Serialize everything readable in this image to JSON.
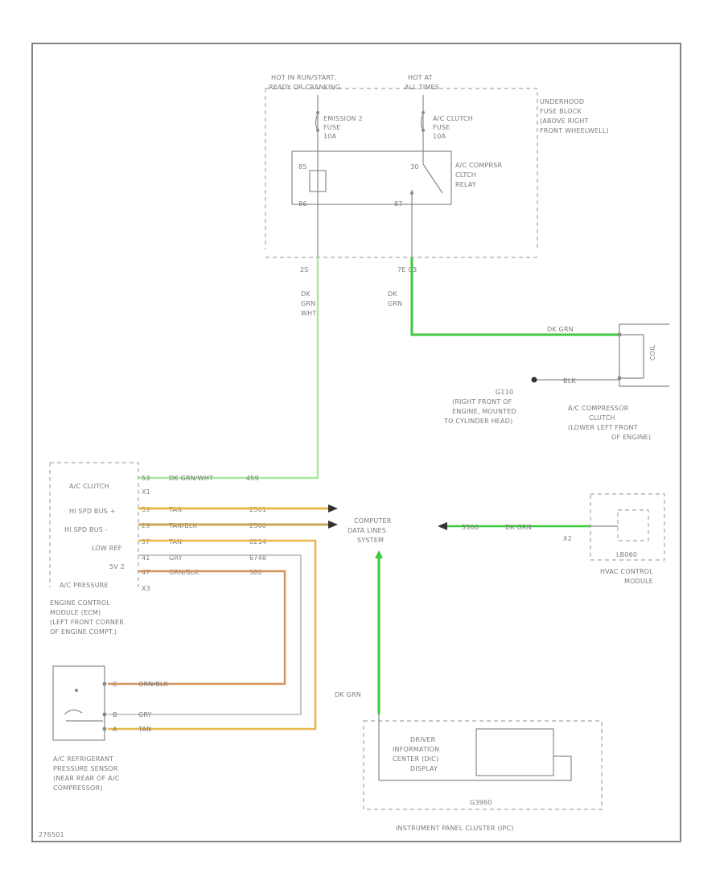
{
  "colors": {
    "dk_grn": "#3ccb3c",
    "dk_grn_wht": "#a8e8a0",
    "tan": "#e8b84a",
    "tan_blk": "#c9a45a",
    "orn_blk": "#d4915a",
    "gry": "#b8b8b8",
    "frame": "#666666"
  },
  "diagram": {
    "code": "276501",
    "hot_in_run": [
      "HOT IN RUN/START,",
      "READY OR CRANKING"
    ],
    "hot_at_all": [
      "HOT AT",
      "ALL TIMES"
    ],
    "fuse1": [
      "EMISSION 2",
      "FUSE",
      "10A"
    ],
    "fuse2": [
      "A/C CLUTCH",
      "FUSE",
      "10A"
    ],
    "fuse_block": [
      "UNDERHOOD",
      "FUSE BLOCK",
      "(ABOVE RIGHT",
      "FRONT WHEELWELL)"
    ],
    "relay": [
      "A/C COMPRSR",
      "CLTCH",
      "RELAY"
    ],
    "relay_pins": {
      "p85": "85",
      "p86": "86",
      "p30": "30",
      "p87": "87"
    },
    "fuse_pins": {
      "left": "2S",
      "right": "7E  C3"
    },
    "wire_left": [
      "DK",
      "GRN",
      "WHT"
    ],
    "wire_right": [
      "DK",
      "GRN"
    ],
    "wire_right_run": "DK GRN",
    "wire_ground": "BLK",
    "ground": [
      "G110",
      "(RIGHT FRONT OF",
      "ENGINE, MOUNTED",
      "TO CYLINDER HEAD)"
    ],
    "compressor": [
      "A/C COMPRESSOR",
      "CLUTCH",
      "(LOWER LEFT FRONT",
      "OF ENGINE)"
    ],
    "comp_coil": "COIL",
    "ecm_labels": [
      "A/C CLUTCH",
      "HI SPD BUS +",
      "HI SPD BUS -",
      "LOW REF",
      "5V 2",
      "A/C PRESSURE"
    ],
    "ecm_pins": [
      "53",
      "59",
      "29",
      "37",
      "41",
      "47"
    ],
    "ecm_connectors": [
      "X1",
      "X3"
    ],
    "ecm_wire_colors": [
      "DK GRN/WHT",
      "TAN",
      "TAN/BLK",
      "TAN",
      "GRY",
      "ORN/BLK"
    ],
    "ecm_circuits": [
      "459",
      "2501",
      "2500",
      "6214",
      "6748",
      "380"
    ],
    "ecm": [
      "ENGINE CONTROL",
      "MODULE (ECM)",
      "(LEFT FRONT CORNER",
      "OF ENGINE COMPT.)"
    ],
    "cdls": [
      "COMPUTER",
      "DATA LINES",
      "SYSTEM"
    ],
    "hvac_wire": "5500",
    "hvac_wire_color": "DK GRN",
    "hvac_pin": "X2",
    "hvac_inner": "LB060",
    "hvac": [
      "HVAC CONTROL",
      "MODULE"
    ],
    "sensor_pins": [
      "C",
      "B",
      "A"
    ],
    "sensor_wires": [
      "ORN/BLK",
      "GRY",
      "TAN"
    ],
    "sensor": [
      "A/C REFRIGERANT",
      "PRESSURE SENSOR",
      "(NEAR REAR OF A/C",
      "COMPRESSOR)"
    ],
    "ipc_wire": "DK GRN",
    "dic": [
      "DRIVER",
      "INFORMATION",
      "CENTER (DIC)",
      "DISPLAY"
    ],
    "ipc_code": "G3960",
    "ipc": "INSTRUMENT PANEL CLUSTER (IPC)"
  }
}
